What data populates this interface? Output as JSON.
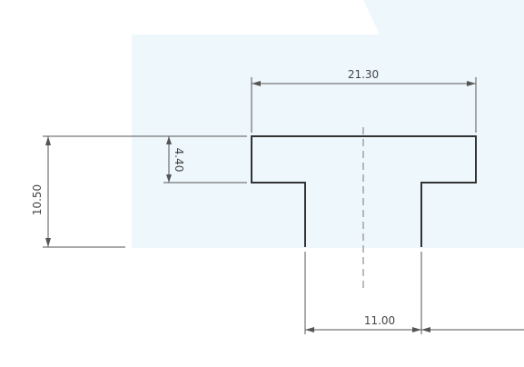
{
  "dimensions": {
    "flange_width": "21.30",
    "flange_thickness": "4.40",
    "total_height": "10.50",
    "web_width": "11.00"
  },
  "colors": {
    "background_panel": "#eef7fc",
    "profile_outline": "#333333",
    "dimension_line": "#555555",
    "centerline": "#777777",
    "text": "#444444"
  }
}
